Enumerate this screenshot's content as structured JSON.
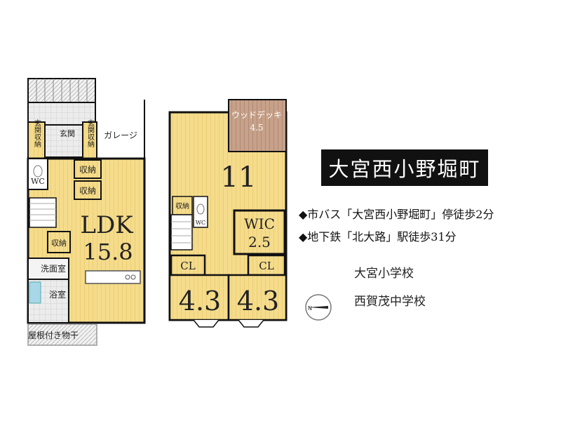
{
  "floor1": {
    "rooms": {
      "entrance_storage_left": "玄関収納",
      "entrance": "玄関",
      "entrance_storage_right": "玄関収納",
      "garage": "ガレージ",
      "wc": "WC",
      "storage_a": "収納",
      "storage_b": "収納",
      "ldk_label": "LDK",
      "ldk_size": "15.8",
      "storage_c": "収納",
      "washroom": "洗面室",
      "bathroom": "浴室",
      "covered_storage": "屋根付き物干"
    }
  },
  "floor2": {
    "rooms": {
      "wood_deck_label": "ウッドデッキ",
      "wood_deck_size": "4.5",
      "main_room_size": "11",
      "storage": "収納",
      "wc": "WC",
      "wic_label": "WIC",
      "wic_size": "2.5",
      "cl_left": "CL",
      "cl_right": "CL",
      "room_left_size": "4.3",
      "room_right_size": "4.3"
    }
  },
  "info": {
    "area_name": "大宮西小野堀町",
    "access_bus": "◆市バス「大宮西小野堀町」停徒歩2分",
    "access_subway": "◆地下鉄「北大路」駅徒歩31分",
    "elementary_school": "大宮小学校",
    "junior_high_school": "西賀茂中学校",
    "compass_label": "N"
  },
  "colors": {
    "room_fill": "#f5dc8c",
    "room_stripe": "#ecce74",
    "deck_fill": "#c9a48a",
    "wet_fill": "#e6e6e6",
    "wall": "#111111",
    "title_bg": "#111111"
  }
}
